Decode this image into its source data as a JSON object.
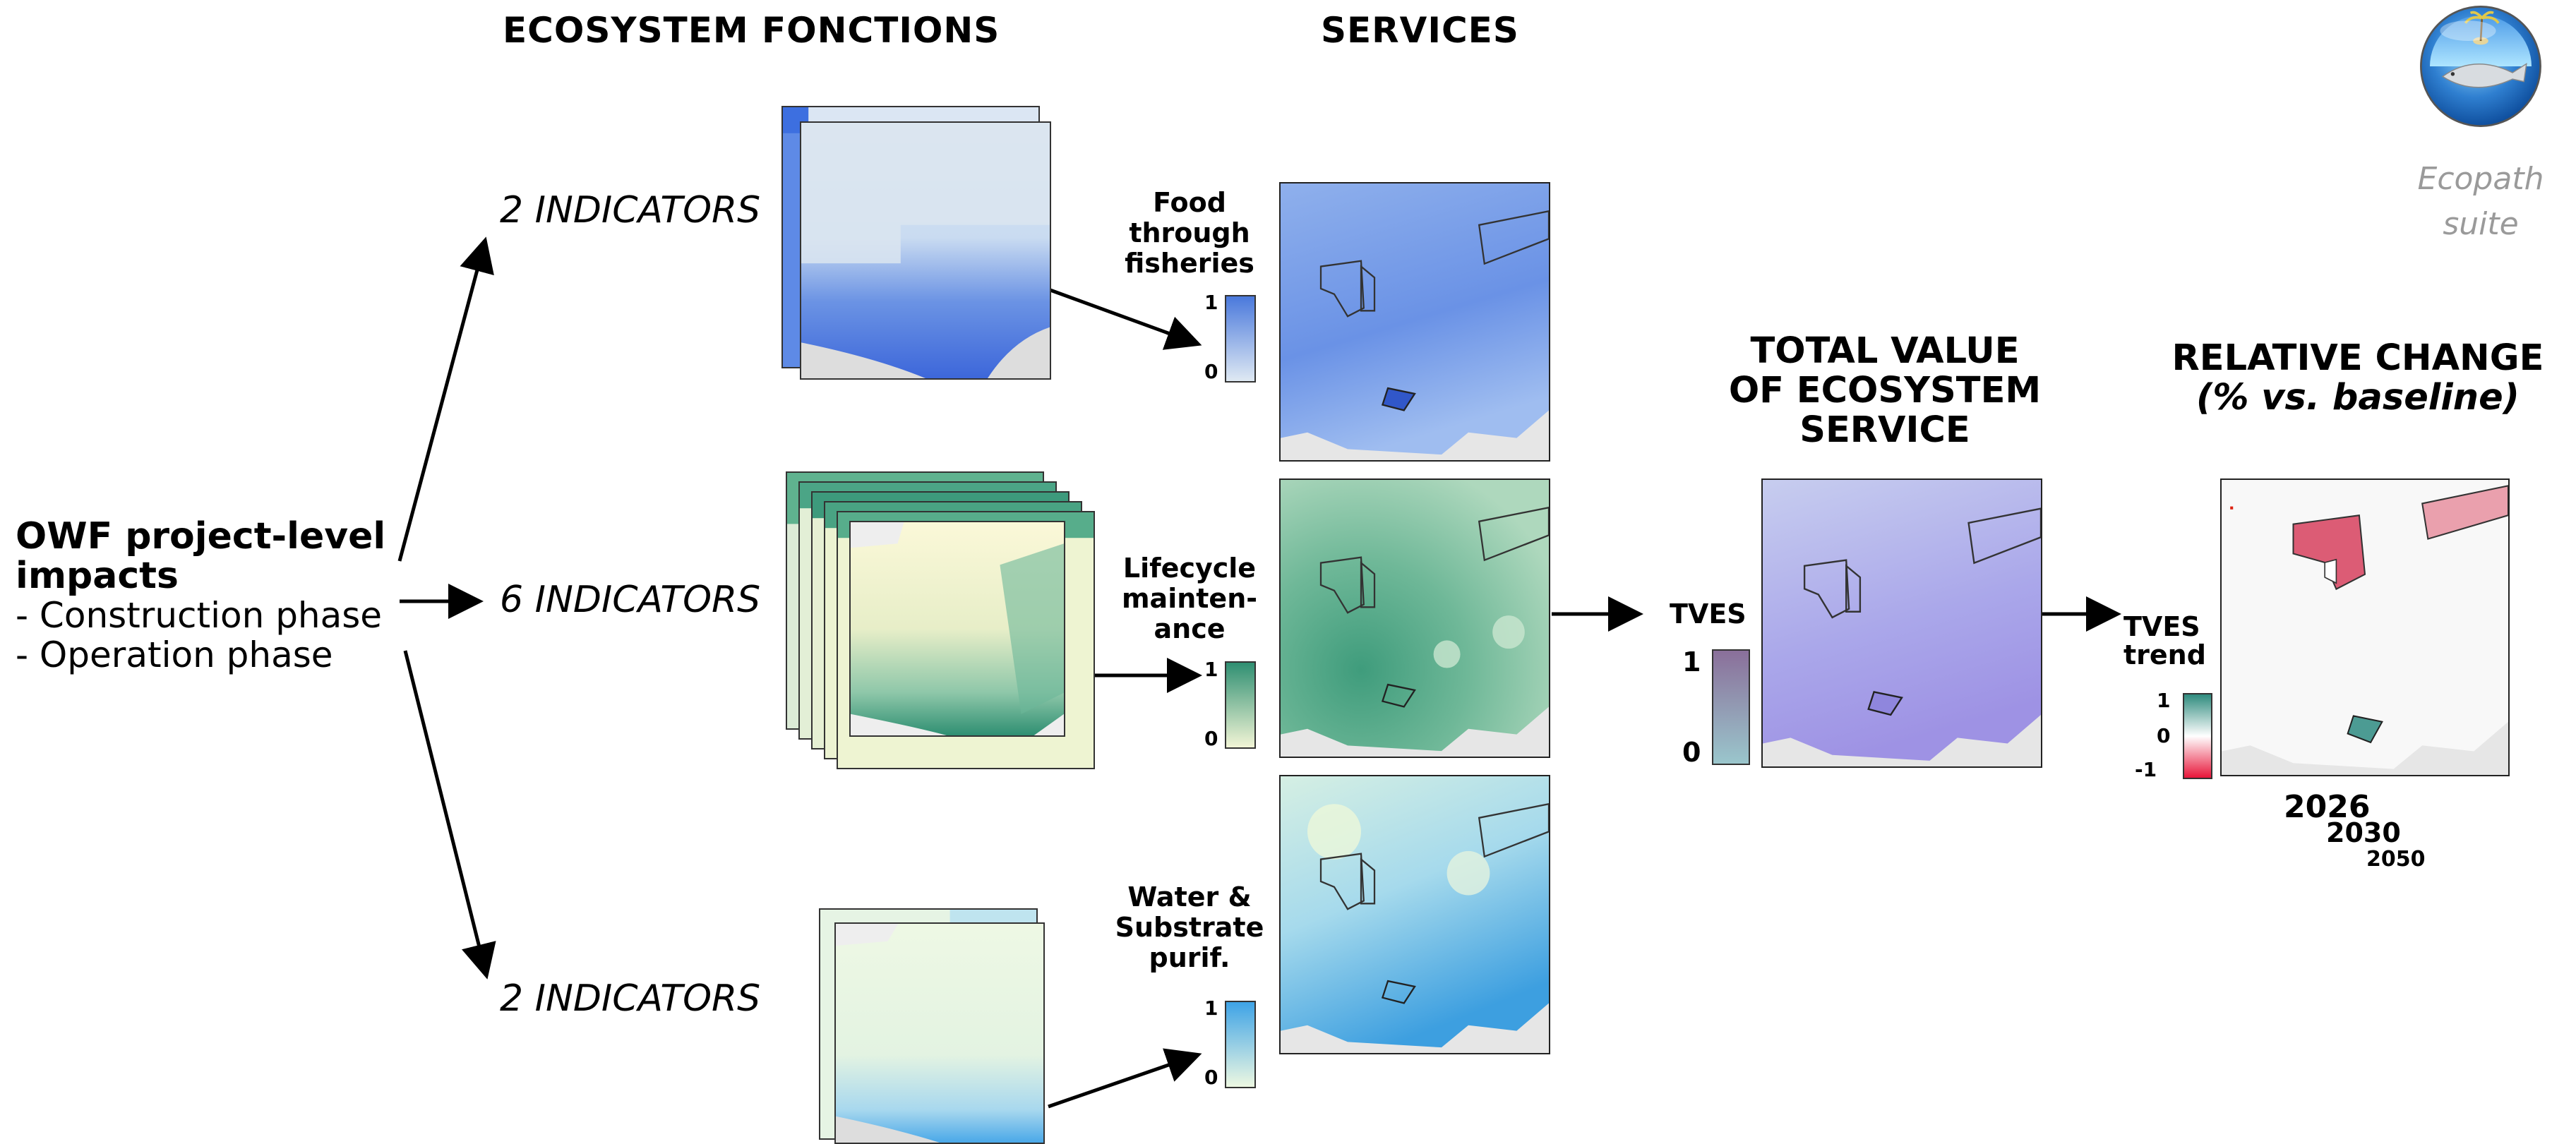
{
  "headers": {
    "ecosystem_functions": "ECOSYSTEM FONCTIONS",
    "services": "SERVICES",
    "total_value": "TOTAL VALUE OF ECOSYSTEM SERVICE",
    "total_value_lines": [
      "TOTAL VALUE",
      "OF ECOSYSTEM",
      "SERVICE"
    ],
    "relative_change_l1": "RELATIVE CHANGE",
    "relative_change_l2": "(% vs. baseline)"
  },
  "owf": {
    "title_l1": "OWF project-level",
    "title_l2": "impacts",
    "items": [
      "- Construction phase",
      "- Operation phase"
    ]
  },
  "indicators": [
    {
      "label": "2 INDICATORS"
    },
    {
      "label": "6 INDICATORS"
    },
    {
      "label": "2 INDICATORS"
    }
  ],
  "services": [
    {
      "lines": [
        "Food",
        "through",
        "fisheries"
      ],
      "max": "1",
      "min": "0",
      "color_top": "#4a79dc",
      "color_bottom": "#dfe9f3"
    },
    {
      "lines": [
        "Lifecycle",
        "mainten-",
        "ance"
      ],
      "max": "1",
      "min": "0",
      "color_top": "#2f8f72",
      "color_bottom": "#f2f5d6"
    },
    {
      "lines": [
        "Water &",
        "Substrate",
        "purif."
      ],
      "max": "1",
      "min": "0",
      "color_top": "#3ea3e6",
      "color_bottom": "#edf8e2"
    }
  ],
  "tves": {
    "label": "TVES",
    "max": "1",
    "min": "0",
    "color_top": "#8a6f9a",
    "color_bottom": "#9ac6cc"
  },
  "trend": {
    "label_l1": "TVES",
    "label_l2": "trend",
    "max": "1",
    "mid": "0",
    "min": "-1",
    "color_top": "#2f8b7e",
    "color_mid": "#ffffff",
    "color_bottom": "#e8163a"
  },
  "years": [
    "2026",
    "2030",
    "2050"
  ],
  "logo": {
    "line1": "Ecopath",
    "line2": "suite",
    "icon": "ecopath-globe-fish-icon"
  }
}
